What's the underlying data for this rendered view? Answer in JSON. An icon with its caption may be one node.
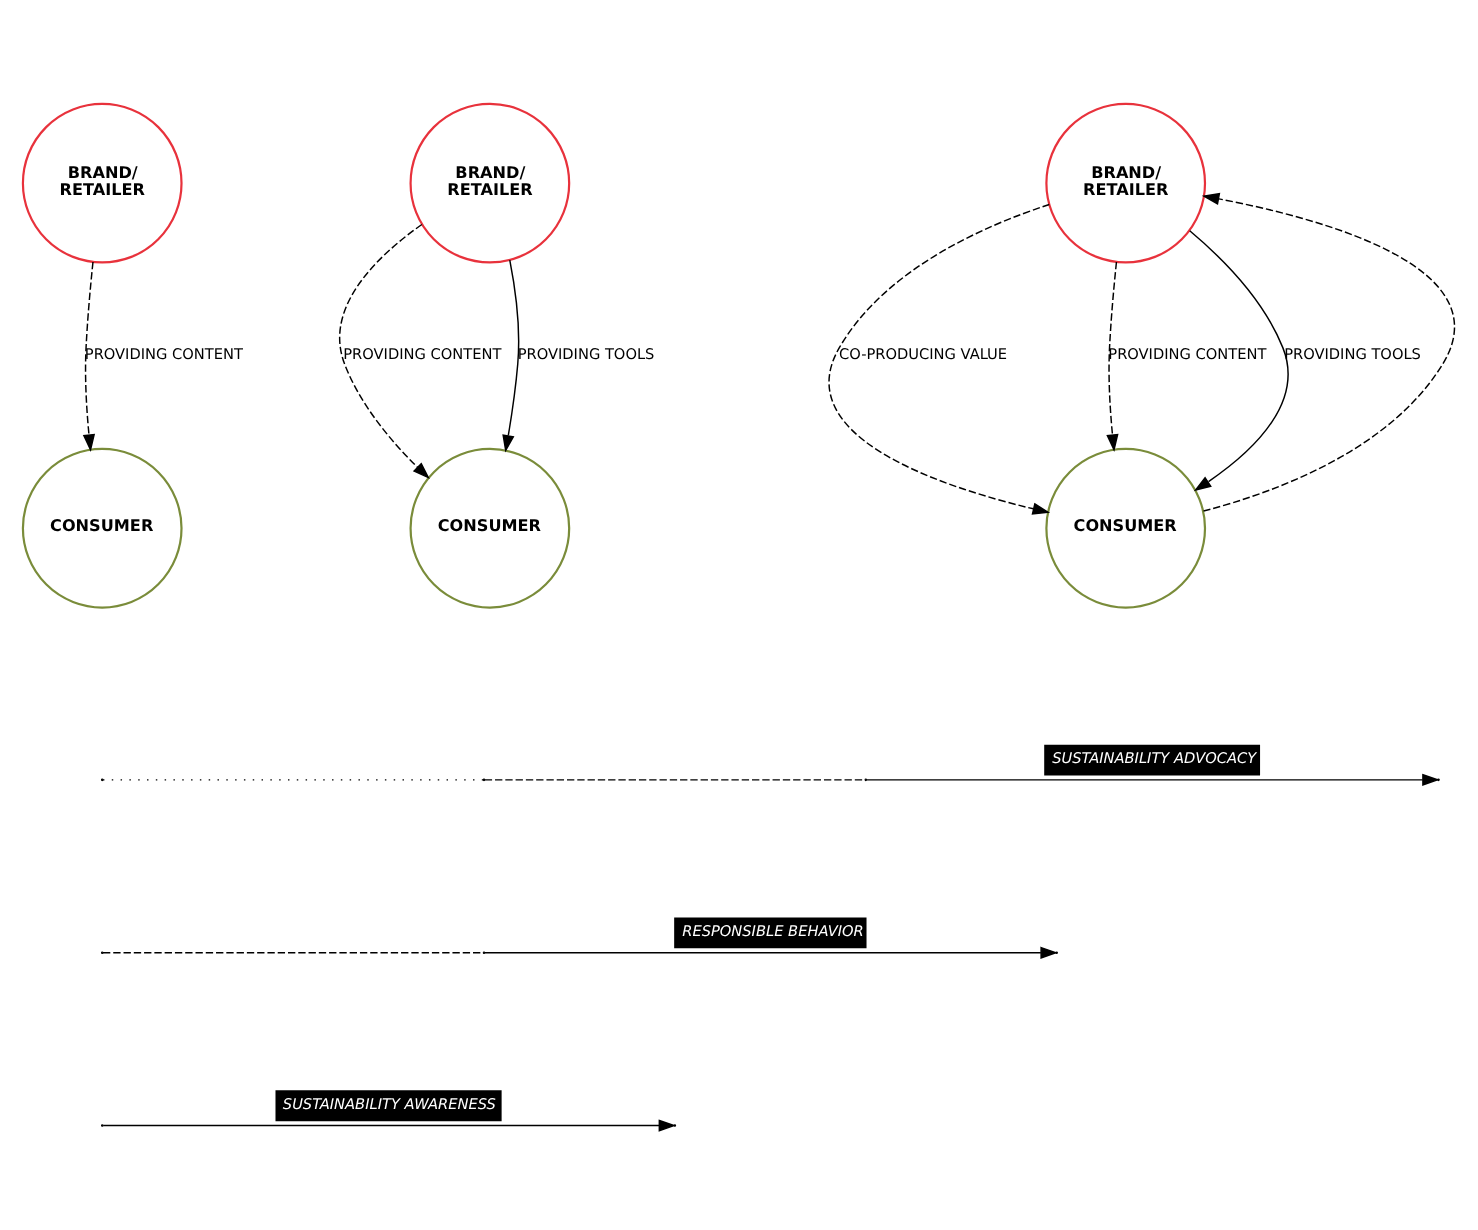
{
  "diagram": {
    "nodes": [
      {
        "text": [
          "BRAND/ RETAILER"
        ]
      },
      {
        "text": [
          "BRAND/ RETAILER"
        ]
      },
      {
        "text": [
          "BRAND/ RETAILER"
        ]
      },
      {
        "text": [
          "CONSUMER"
        ]
      },
      {
        "text": [
          "CONSUMER"
        ]
      },
      {
        "text": [
          "CONSUMER"
        ]
      }
    ],
    "edges": [
      {
        "from": 0,
        "to": 3,
        "arrow": "to",
        "label": "PROVIDING CONTENT",
        "style": "dashed"
      },
      {
        "from": 1,
        "to": 4,
        "arrow": "to",
        "label": "PROVIDING CONTENT",
        "style": "dashed"
      },
      {
        "from": 1,
        "to": 4,
        "arrow": "to",
        "label": "PROVIDING TOOLS"
      },
      {
        "from": 2,
        "to": 5,
        "arrow": "to",
        "label": "CO-PRODUCING VALUE",
        "style": "dashed"
      },
      {
        "from": 2,
        "to": 5,
        "arrow": "to",
        "label": "PROVIDING CONTENT",
        "style": "dashed"
      },
      {
        "from": 2,
        "to": 5,
        "arrow": "to",
        "label": "PROVIDING TOOLS"
      },
      {
        "from": 5,
        "to": 2,
        "arrow": "to",
        "style": "dashed"
      }
    ],
    "labels": [
      "SUSTAINABILITY ADVOCACY",
      "RESPONSIBLE BEHAVIOR",
      "SUSTAINABILITY AWARENESS"
    ]
  }
}
